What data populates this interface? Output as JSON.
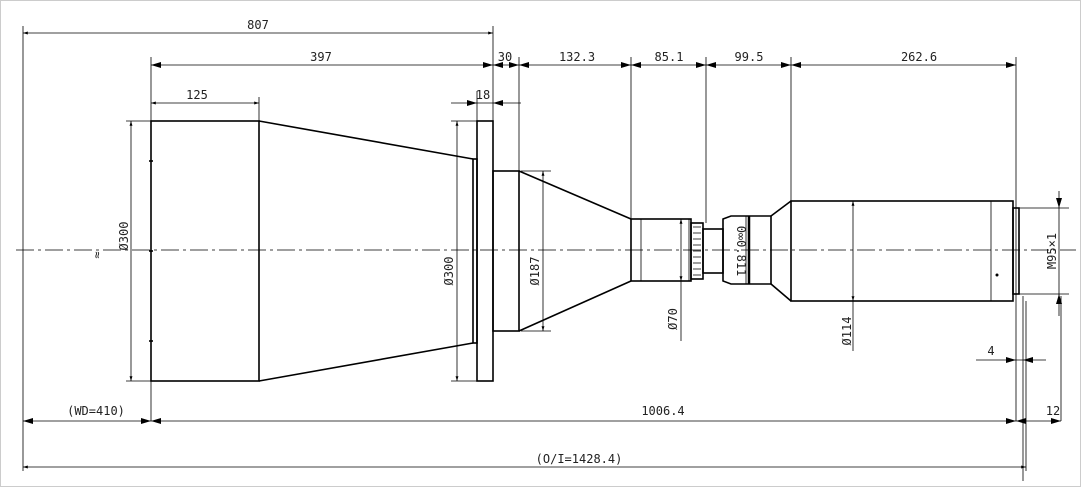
{
  "drawing": {
    "dimensions": {
      "total_length_top": "807",
      "front_section": "397",
      "flange_gap": "30",
      "cone2": "132.3",
      "barrel": "85.1",
      "adapter": "99.5",
      "rear_body": "262.6",
      "front_cylinder": "125",
      "flange_thickness": "18",
      "front_diameter": "Ø300",
      "flange_diameter": "Ø300",
      "mid_diameter": "Ø187",
      "barrel_diameter": "Ø70",
      "rear_diameter": "Ø114",
      "thread": "M95×1",
      "thread_length": "4",
      "working_distance": "(WD=410)",
      "body_length": "1006.4",
      "back_focus": "12",
      "object_to_image": "(O/I=1428.4)",
      "break_mark": "≈"
    },
    "ring_marking": "0∞0.811"
  }
}
